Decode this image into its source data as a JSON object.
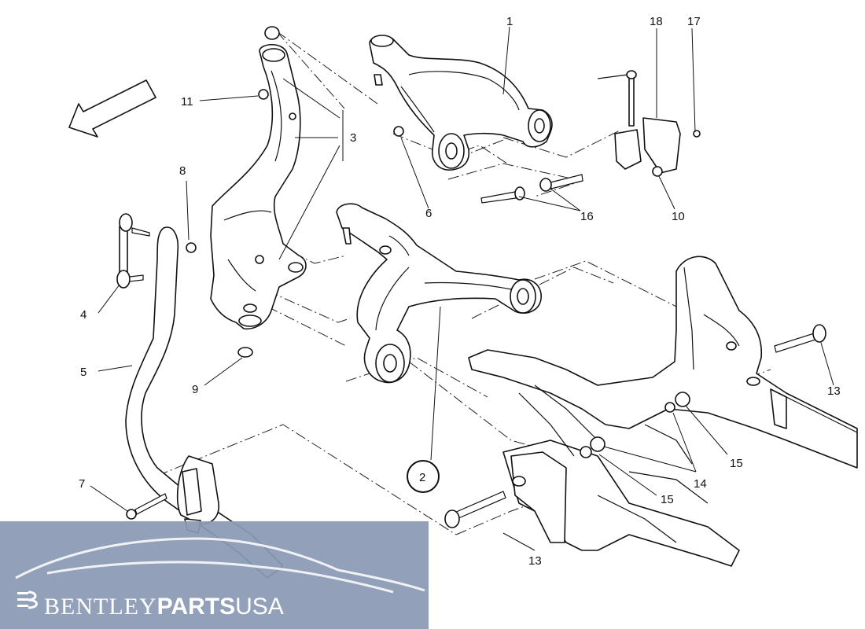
{
  "callouts": {
    "c1": "1",
    "c2": "2",
    "c3": "3",
    "c4": "4",
    "c5": "5",
    "c6": "6",
    "c7": "7",
    "c8": "8",
    "c9": "9",
    "c10": "10",
    "c11": "11",
    "c13a": "13",
    "c13b": "13",
    "c14": "14",
    "c15a": "15",
    "c15b": "15",
    "c16": "16",
    "c17": "17",
    "c18": "18"
  },
  "watermark": {
    "brand_part1": "BENTLEY",
    "brand_part2": "PARTS",
    "brand_part3": "USA",
    "banner_color": "#8a9ab4"
  }
}
